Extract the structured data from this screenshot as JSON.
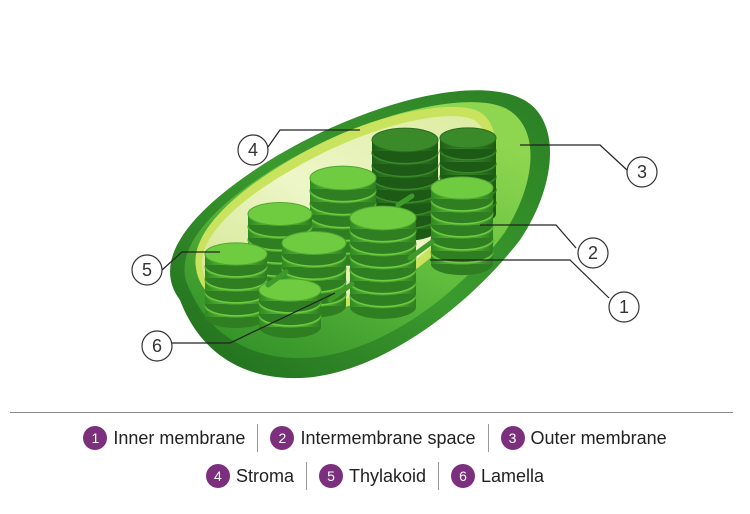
{
  "callouts": [
    {
      "number": "1"
    },
    {
      "number": "2"
    },
    {
      "number": "3"
    },
    {
      "number": "4"
    },
    {
      "number": "5"
    },
    {
      "number": "6"
    }
  ],
  "legend": [
    {
      "number": "1",
      "label": "Inner membrane"
    },
    {
      "number": "2",
      "label": "Intermembrane space"
    },
    {
      "number": "3",
      "label": "Outer membrane"
    },
    {
      "number": "4",
      "label": "Stroma"
    },
    {
      "number": "5",
      "label": "Thylakoid"
    },
    {
      "number": "6",
      "label": "Lamella"
    }
  ],
  "colors": {
    "badge": "#7b2f7d",
    "outer_membrane": "#2e8a28",
    "inner_membrane": "#c8e05a",
    "stroma": "#e9f2b8",
    "thylakoid": "#4aad34"
  }
}
